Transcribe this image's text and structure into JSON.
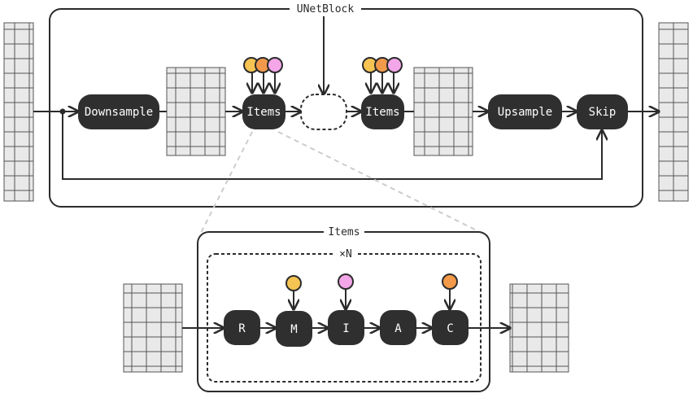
{
  "top_block": {
    "title": "UNetBlock",
    "nodes": {
      "downsample": "Downsample",
      "items_left": "Items",
      "items_right": "Items",
      "upsample": "Upsample",
      "skip": "Skip"
    }
  },
  "bottom_block": {
    "title": "Items",
    "repeat_label": "×N",
    "nodes": [
      "R",
      "M",
      "I",
      "A",
      "C"
    ]
  },
  "colors": {
    "node_fill": "#2f2f2f",
    "frame_stroke": "#2b2b2b",
    "grid_fill": "#e9e9e9",
    "yellow": "#f6c453",
    "orange": "#f39a4a",
    "pink": "#f3a6e8"
  }
}
